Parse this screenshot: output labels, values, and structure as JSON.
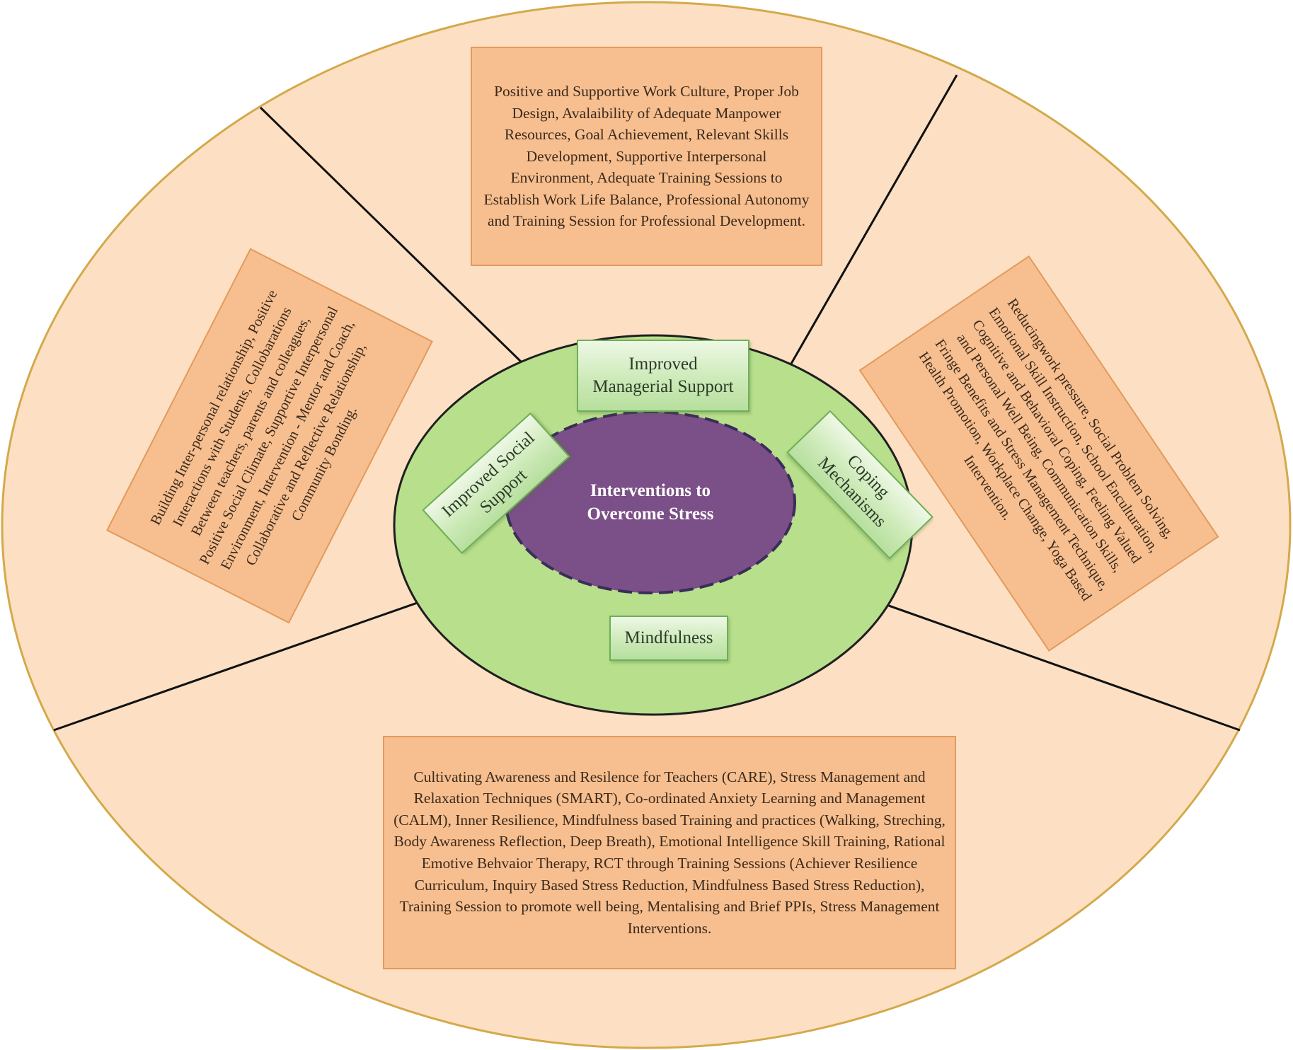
{
  "colors": {
    "outer_fill": "#fde0c3",
    "outer_stroke": "#d4a94c",
    "inner_fill": "#b8e08c",
    "inner_stroke": "#1f1f1f",
    "center_fill": "#7b4f87",
    "center_stroke": "#3a2d58",
    "box_fill": "#f7bf8f",
    "box_stroke": "#e29a5e",
    "green_box_stroke": "#6fae58"
  },
  "center": {
    "label": "Interventions to Overcome Stress"
  },
  "categories": {
    "managerial": "Improved Managerial Support",
    "social": "Improved Social Support",
    "coping": "Coping Mechanisms",
    "mindfulness": "Mindfulness"
  },
  "details": {
    "managerial": "Positive and Supportive Work Culture, Proper Job Design, Avalaibility of Adequate Manpower Resources, Goal Achievement, Relevant Skills Development, Supportive Interpersonal Environment, Adequate Training Sessions to Establish Work Life Balance, Professional Autonomy and Training Session for Professional Development.",
    "social": "Building Inter-personal relationship, Positive Interactions with Students, Collobarations Between teachers, parents and colleagues, Positive Social Climate, Supportive Interpersonal Environment, Intervention - Mentor and Coach, Collaborative and Reflective Relationship, Community Bonding.",
    "coping": "Reducingwork pressure, Social Problem Solving, Emotional Skill Instruction, School Enculturation, Cognitive and Behavioral Coping, Feeling Valued and Personal Well Being, Communication Skills, Fringe Benefits and Stress Management Technique, Health Promotion, Workplace Change, Yoga Based Intervention.",
    "mindfulness": "Cultivating Awareness  and Resilence for Teachers (CARE), Stress Management and Relaxation Techniques (SMART), Co-ordinated Anxiety Learning and Management  (CALM), Inner Resilience, Mindfulness based Training and practices (Walking, Streching, Body Awareness Reflection, Deep Breath),  Emotional Intelligence Skill Training, Rational Emotive Behvaior Therapy, RCT through Training Sessions (Achiever Resilience Curriculum,  Inquiry Based Stress Reduction, Mindfulness Based Stress Reduction), Training Session to promote well being, Mentalising and Brief PPIs,  Stress Management Interventions."
  }
}
